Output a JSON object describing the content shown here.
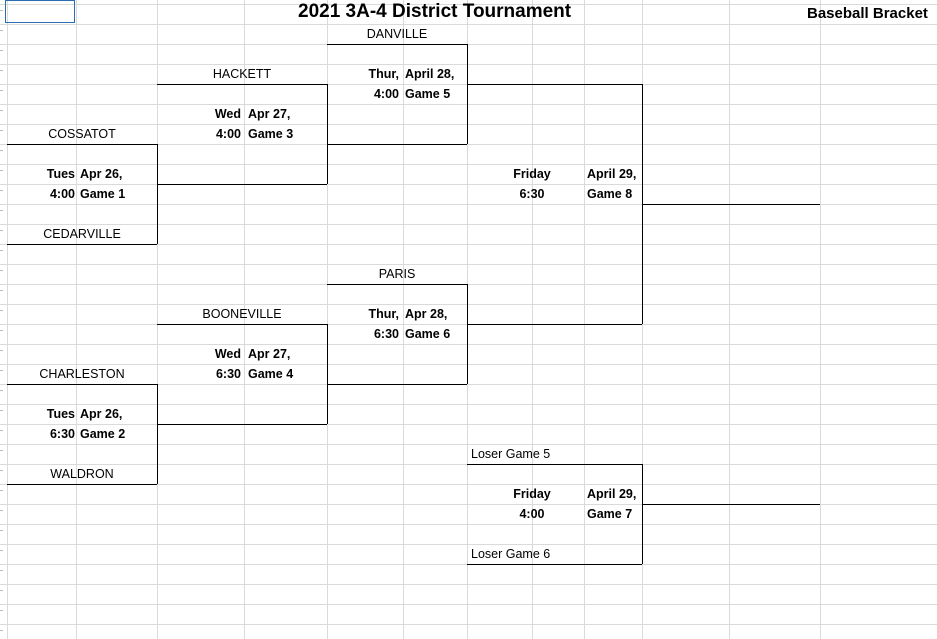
{
  "header": {
    "title": "2021 3A-4 District Tournament",
    "subtitle": "Baseball Bracket"
  },
  "teams": {
    "danville": "DANVILLE",
    "hackett": "HACKETT",
    "cossatot": "COSSATOT",
    "cedarville": "CEDARVILLE",
    "paris": "PARIS",
    "booneville": "BOONEVILLE",
    "charleston": "CHARLESTON",
    "waldron": "WALDRON",
    "loser5": "Loser Game 5",
    "loser6": "Loser Game 6"
  },
  "games": {
    "g1": {
      "day": "Tues",
      "date": "Apr 26,",
      "time": "4:00",
      "game": "Game 1"
    },
    "g2": {
      "day": "Tues",
      "date": "Apr 26,",
      "time": "6:30",
      "game": "Game 2"
    },
    "g3": {
      "day": "Wed",
      "date": "Apr 27,",
      "time": "4:00",
      "game": "Game 3"
    },
    "g4": {
      "day": "Wed",
      "date": "Apr 27,",
      "time": "6:30",
      "game": "Game 4"
    },
    "g5": {
      "day": "Thur,",
      "date": "April 28,",
      "time": "4:00",
      "game": "Game 5"
    },
    "g6": {
      "day": "Thur,",
      "date": "Apr 28,",
      "time": "6:30",
      "game": "Game 6"
    },
    "g7": {
      "day": "Friday",
      "date": "April 29,",
      "time": "4:00",
      "game": "Game 7"
    },
    "g8": {
      "day": "Friday",
      "date": "April 29,",
      "time": "6:30",
      "game": "Game 8"
    }
  }
}
